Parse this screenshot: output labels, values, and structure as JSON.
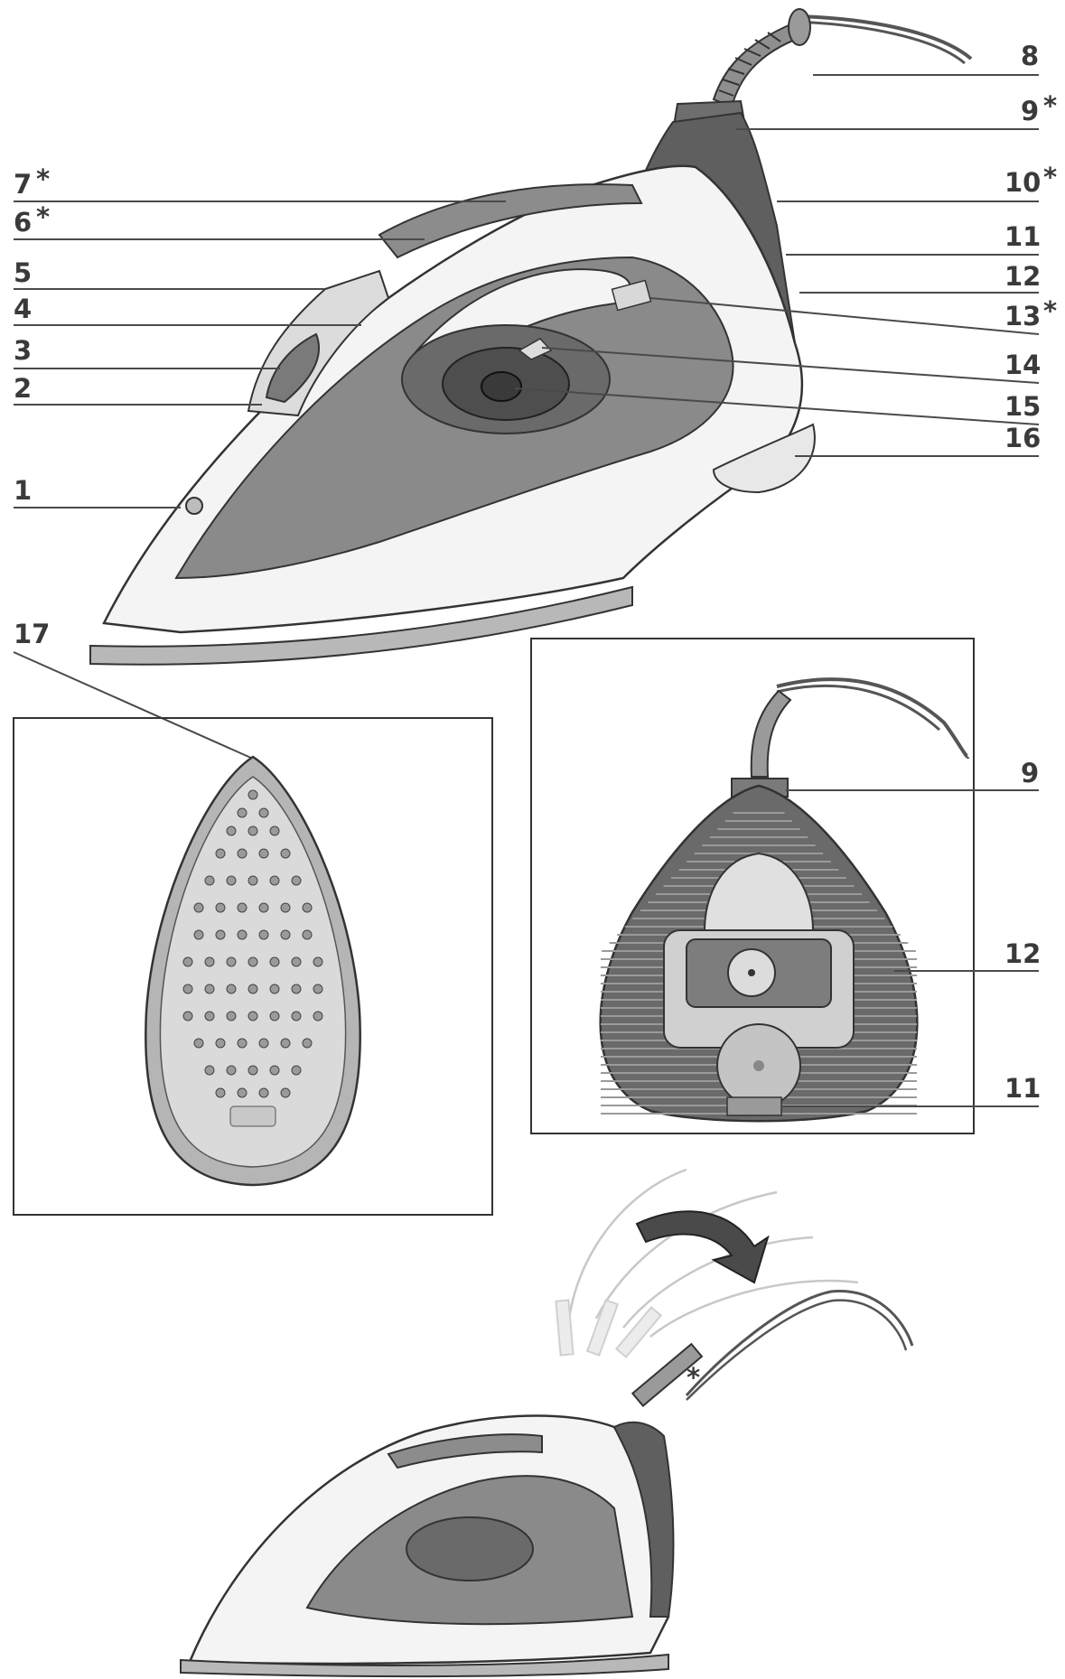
{
  "labels": {
    "l1": "1",
    "l2": "2",
    "l3": "3",
    "l4": "4",
    "l5": "5",
    "l6": "6",
    "l6s": "*",
    "l7": "7",
    "l7s": "*",
    "l8": "8",
    "l9": "9",
    "l9s": "*",
    "l10": "10",
    "l10s": "*",
    "l11": "11",
    "l12": "12",
    "l13": "13",
    "l13s": "*",
    "l14": "14",
    "l15": "15",
    "l16": "16",
    "l17": "17"
  },
  "rear_view": {
    "l9": "9",
    "l12": "12",
    "l11": "11"
  },
  "cord_figure": {
    "asterisk": "*"
  },
  "colors": {
    "line": "#3a3a3a",
    "body_white": "#f4f4f4",
    "body_grey": "#8a8a8a",
    "dark_grey": "#5e5e5e",
    "soleplate": "#b8b8b8"
  }
}
